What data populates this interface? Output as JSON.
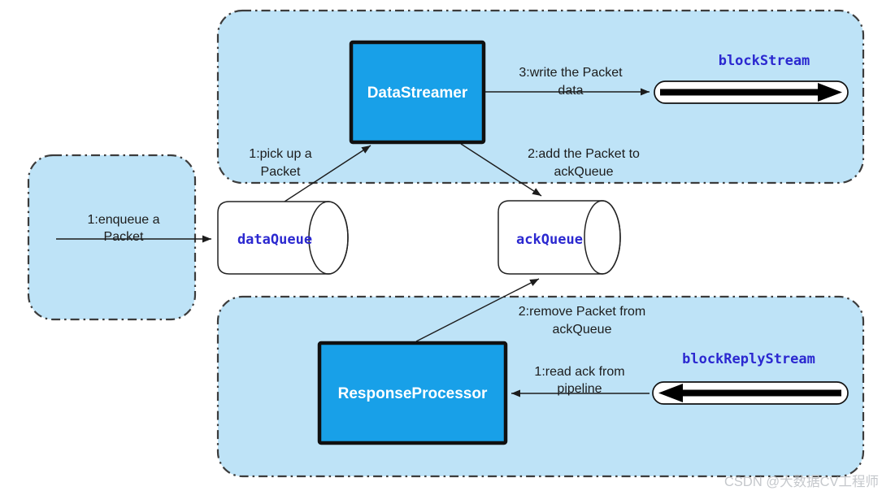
{
  "diagram": {
    "watermark": "CSDN @大数据CV工程师",
    "colors": {
      "container_fill": "#bee3f7",
      "border_color": "#3c3c3c",
      "box_fill": "#18a0e8",
      "box_text": "#ffffff",
      "code_blue": "#2b28d0",
      "label_black": "#1c1c1c",
      "watermark_color": "#c5c8cc",
      "pipe_black": "#000000",
      "shape_white": "#ffffff"
    },
    "nodes": {
      "data_streamer": {
        "label": "DataStreamer"
      },
      "response_processor": {
        "label": "ResponseProcessor"
      },
      "data_queue": {
        "label": "dataQueue"
      },
      "ack_queue": {
        "label": "ackQueue"
      },
      "block_stream": {
        "label": "blockStream"
      },
      "block_reply_stream": {
        "label": "blockReplyStream"
      }
    },
    "edges": {
      "enqueue": {
        "line1": "1:enqueue a",
        "line2": "Packet"
      },
      "pickup": {
        "line1": "1:pick up a",
        "line2": "Packet"
      },
      "add_ack": {
        "line1": "2:add the Packet to",
        "line2": "ackQueue"
      },
      "write": {
        "line1": "3:write the Packet",
        "line2": "data"
      },
      "remove": {
        "line1": "2:remove Packet from",
        "line2": "ackQueue"
      },
      "read_ack": {
        "line1": "1:read ack from",
        "line2": "pipeline"
      }
    }
  }
}
